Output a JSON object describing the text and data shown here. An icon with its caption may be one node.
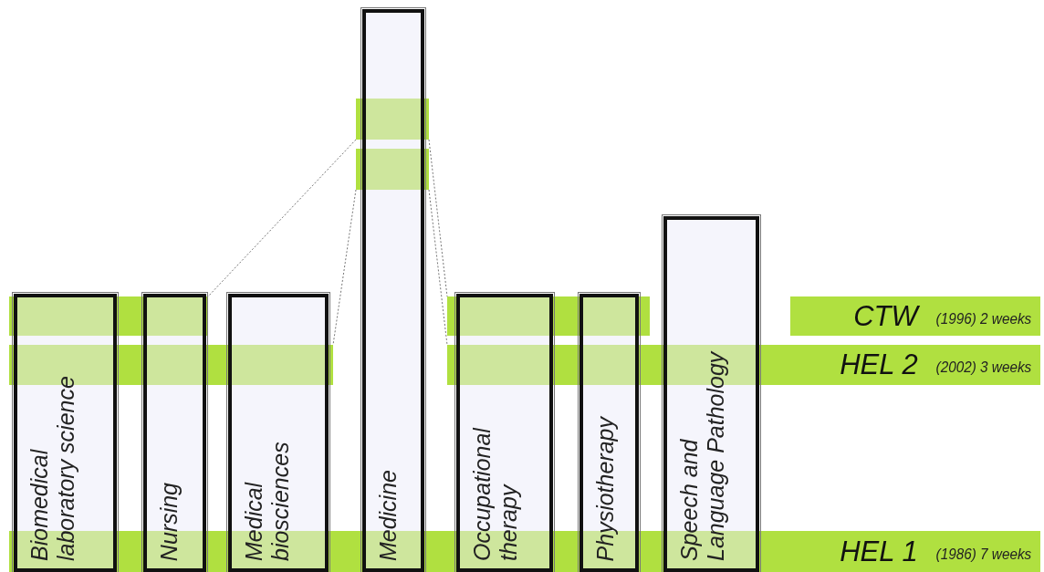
{
  "diagram": {
    "nodes": [
      {
        "text": [
          "Biomedical laboratory science"
        ]
      },
      {
        "text": [
          "Nursing"
        ]
      },
      {
        "text": [
          "Medical biosciences"
        ]
      },
      {
        "text": [
          "Medicine"
        ]
      },
      {
        "text": [
          "Occupational therapy"
        ]
      },
      {
        "text": [
          "Physiotherapy"
        ]
      },
      {
        "text": [
          "Speech and Language Pathology"
        ]
      },
      {
        "text": [],
        "shape": "bar"
      },
      {
        "text": [],
        "shape": "bar"
      },
      {
        "text": [],
        "shape": "bar"
      },
      {
        "text": [],
        "shape": "bar"
      },
      {
        "text": [
          "CTW",
          "(1996) 2 weeks"
        ]
      },
      {
        "text": [],
        "shape": "bar"
      },
      {
        "text": [
          "HEL 2",
          "(2002) 3 weeks"
        ]
      },
      {
        "text": [
          "HEL 1",
          "(1986) 7 weeks"
        ]
      }
    ],
    "edges": [
      {
        "from": 7,
        "to": 9,
        "arrow": "none"
      },
      {
        "from": 8,
        "to": 12,
        "arrow": "none"
      },
      {
        "from": 7,
        "to": 10,
        "arrow": "none"
      },
      {
        "from": 8,
        "to": 13,
        "arrow": "none"
      }
    ]
  }
}
